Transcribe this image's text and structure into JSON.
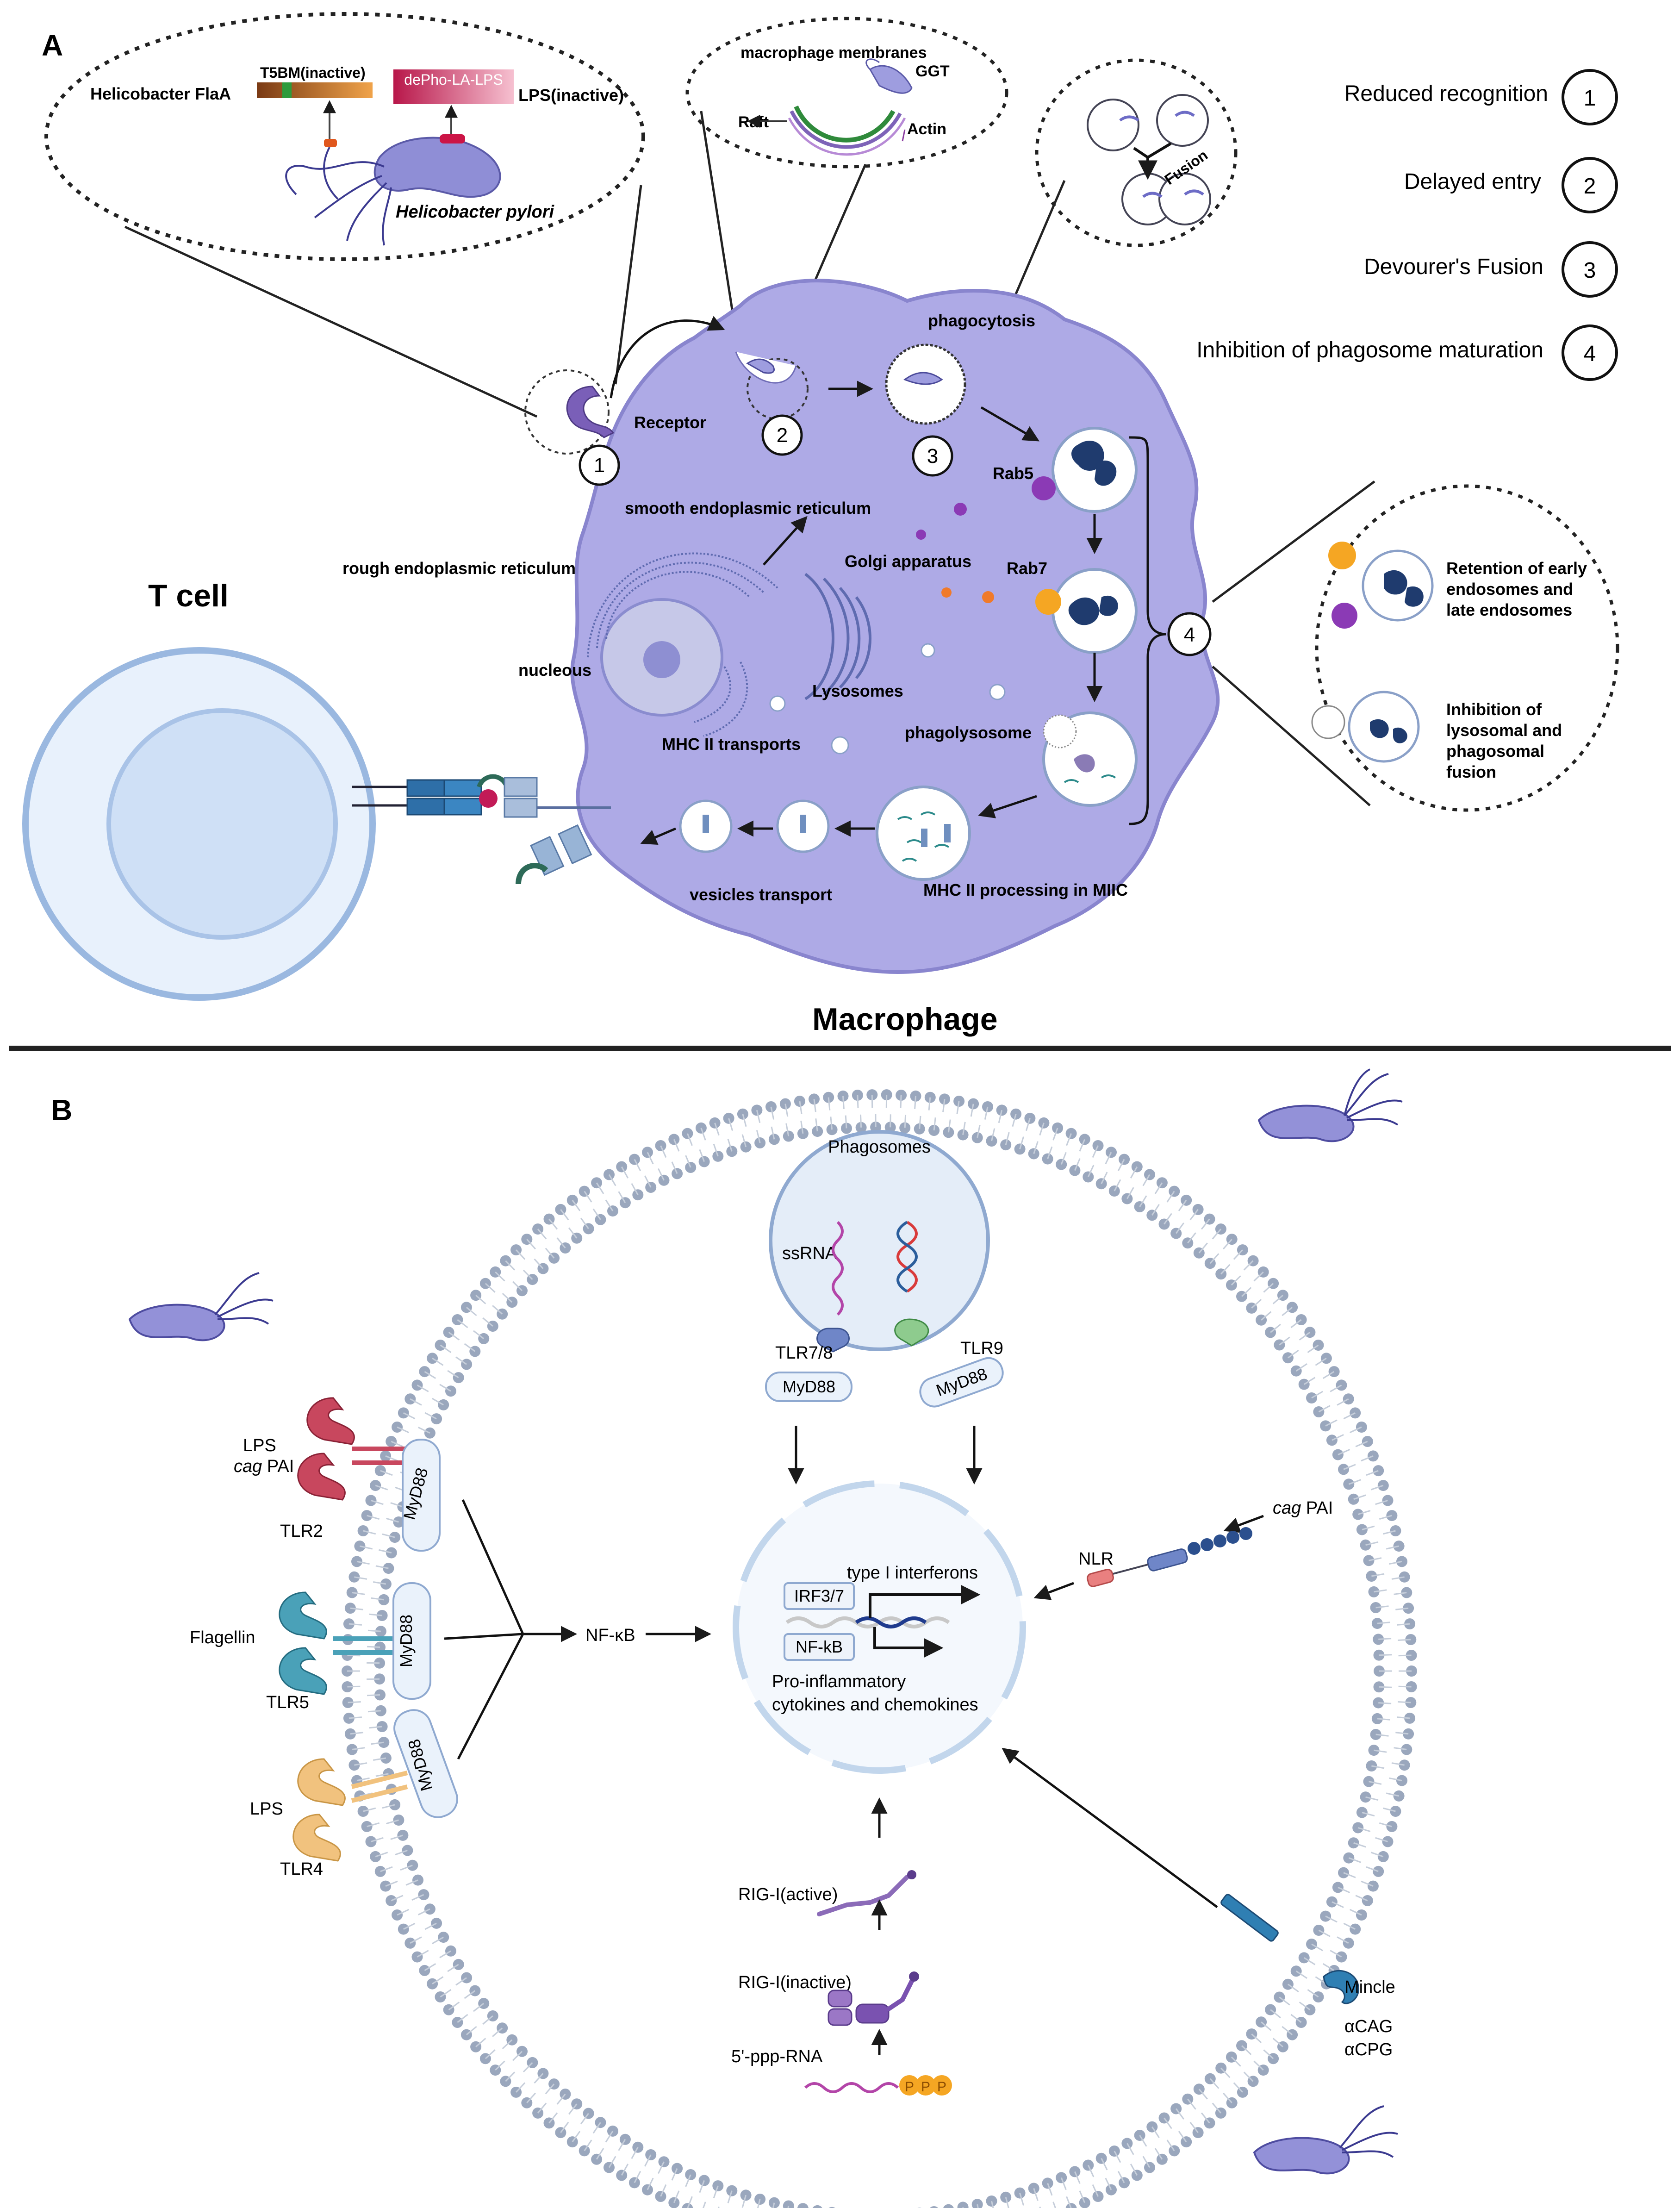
{
  "panel_a": {
    "letter": "A",
    "bacterium": {
      "flaA_label": "Helicobacter FlaA",
      "t5bm_label": "T5BM(inactive)",
      "lps_box_label": "dePho-LA-LPS",
      "lps_inactive_label": "LPS(inactive)",
      "species_label": "Helicobacter  pylori"
    },
    "membrane_inset": {
      "title": "macrophage membranes",
      "ggt_label": "GGT",
      "raft_label": "Raft",
      "actin_label": "Actin"
    },
    "fusion_inset": {
      "fusion_label": "Fusion"
    },
    "legend": [
      {
        "text": "Reduced recognition",
        "num": "1"
      },
      {
        "text": "Delayed entry",
        "num": "2"
      },
      {
        "text": "Devourer's Fusion",
        "num": "3"
      },
      {
        "text": "Inhibition of phagosome maturation",
        "num": "4"
      }
    ],
    "cell": {
      "receptor": "Receptor",
      "phagocytosis": "phagocytosis",
      "rab5": "Rab5",
      "rab7": "Rab7",
      "smooth_er": "smooth endoplasmic reticulum",
      "rough_er": "rough endoplasmic reticulum",
      "golgi": "Golgi apparatus",
      "nucleous": "nucleous",
      "lysosomes": "Lysosomes",
      "mhc_transports": "MHC II transports",
      "phagolysosome": "phagolysosome",
      "vesicles_transport": "vesicles transport",
      "mhc_processing": "MHC II processing in MIIC",
      "macrophage_title": "Macrophage",
      "tcell_title": "T cell",
      "step_nums": [
        "1",
        "2",
        "3",
        "4"
      ]
    },
    "maturation_inset": {
      "retention": [
        "Retention of early",
        "endosomes and",
        "late endosomes"
      ],
      "inhibition": [
        "Inhibition of",
        "lysosomal and",
        "phagosomal",
        "fusion"
      ]
    }
  },
  "panel_b": {
    "letter": "B",
    "phagosomes": "Phagosomes",
    "ssrna": "ssRNA",
    "tlr78": "TLR7/8",
    "tlr9": "TLR9",
    "myd88": "MyD88",
    "lps": "LPS",
    "cag": "cag",
    "pai": " PAI",
    "tlr2": "TLR2",
    "flagellin": "Flagellin",
    "tlr5": "TLR5",
    "tlr4": "TLR4",
    "nfkb_mid": "NF-κB",
    "type1": "type I interferons",
    "irf": "IRF3/7",
    "nfkb_box": "NF-kB",
    "proinflam": [
      "Pro-inflammatory",
      "cytokines and chemokines"
    ],
    "nlr": "NLR",
    "rig_active": "RIG-I(active)",
    "rig_inactive": "RIG-I(inactive)",
    "ppp_rna": "5'-ppp-RNA",
    "ppp": "P",
    "mincle": "Mincle",
    "acag": "αCAG",
    "acpg": "αCPG"
  },
  "colors": {
    "macrophage_fill": "#a9a6e4",
    "macrophage_stroke": "#8e8bd0",
    "tcell_fill": "#e4eefb",
    "tcell_stroke": "#8fb0dc",
    "membrane_bead": "#9aa7bd",
    "tlr2": "#c8475e",
    "tlr5": "#4aa1b8",
    "tlr4": "#f1c27e",
    "myd88_fill": "#eaf2fb",
    "dna_red": "#d93b3b",
    "dna_blue": "#2b5e9c"
  }
}
